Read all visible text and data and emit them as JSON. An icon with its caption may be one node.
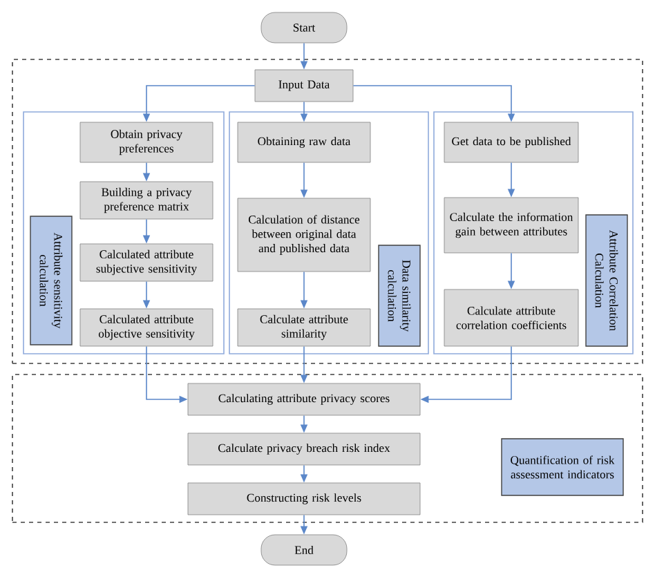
{
  "diagram": {
    "nodes": [
      {
        "text": [
          "Start"
        ]
      },
      {
        "text": [],
        "shape": "box"
      },
      {
        "text": [
          "Input Data"
        ],
        "in": 1
      },
      {
        "text": [],
        "shape": "box",
        "in": 1
      },
      {
        "text": [
          "Obtain privacy preferences"
        ],
        "in": 3
      },
      {
        "text": [
          "Building a privacy preference matrix"
        ],
        "in": 3
      },
      {
        "text": [
          "Calculated attribute subjective sensitivity"
        ],
        "in": 3
      },
      {
        "text": [
          "Calculated attribute objective sensitivity"
        ],
        "in": 3
      },
      {
        "text": [
          "Attribute sensitivity calculation"
        ],
        "in": 3
      },
      {
        "text": [],
        "shape": "box",
        "in": 1
      },
      {
        "text": [
          "Obtaining raw data"
        ],
        "in": 9
      },
      {
        "text": [
          "Calculation of distance between original data and published data"
        ],
        "in": 9
      },
      {
        "text": [
          "Calculate attribute similarity"
        ],
        "in": 9
      },
      {
        "text": [
          "Data similarity calculation"
        ],
        "in": 9
      },
      {
        "text": [],
        "shape": "box",
        "in": 1
      },
      {
        "text": [
          "Get data to be published"
        ],
        "in": 14
      },
      {
        "text": [
          "Calculate the information gain between attributes"
        ],
        "in": 14
      },
      {
        "text": [
          "Calculate attribute correlation coefficients"
        ],
        "in": 14
      },
      {
        "text": [
          "Attribute Correlation Calculation"
        ],
        "in": 14
      },
      {
        "text": [],
        "shape": "box"
      },
      {
        "text": [
          "Calculating attribute privacy scores"
        ],
        "in": 19
      },
      {
        "text": [
          "Calculate privacy breach risk index"
        ],
        "in": 19
      },
      {
        "text": [
          "Constructing risk levels"
        ],
        "in": 19
      },
      {
        "text": [
          "Quantification of risk assessment indicators"
        ],
        "in": 19
      },
      {
        "text": [
          "End"
        ]
      }
    ],
    "edges": [
      {
        "from": 0,
        "to": 2,
        "arrow": "to"
      },
      {
        "from": 2,
        "to": 4,
        "arrow": "to"
      },
      {
        "from": 2,
        "to": 10,
        "arrow": "to"
      },
      {
        "from": 2,
        "to": 15,
        "arrow": "to"
      },
      {
        "from": 4,
        "to": 5,
        "arrow": "to"
      },
      {
        "from": 5,
        "to": 6,
        "arrow": "to"
      },
      {
        "from": 6,
        "to": 7,
        "arrow": "to"
      },
      {
        "from": 10,
        "to": 11,
        "arrow": "to"
      },
      {
        "from": 11,
        "to": 12,
        "arrow": "to"
      },
      {
        "from": 15,
        "to": 16,
        "arrow": "to"
      },
      {
        "from": 16,
        "to": 17,
        "arrow": "to"
      },
      {
        "from": 7,
        "to": 20,
        "arrow": "to"
      },
      {
        "from": 12,
        "to": 20,
        "arrow": "to"
      },
      {
        "from": 17,
        "to": 20,
        "arrow": "to"
      },
      {
        "from": 20,
        "to": 21,
        "arrow": "to"
      },
      {
        "from": 21,
        "to": 22,
        "arrow": "to"
      },
      {
        "from": 22,
        "to": 24,
        "arrow": "to"
      }
    ]
  }
}
